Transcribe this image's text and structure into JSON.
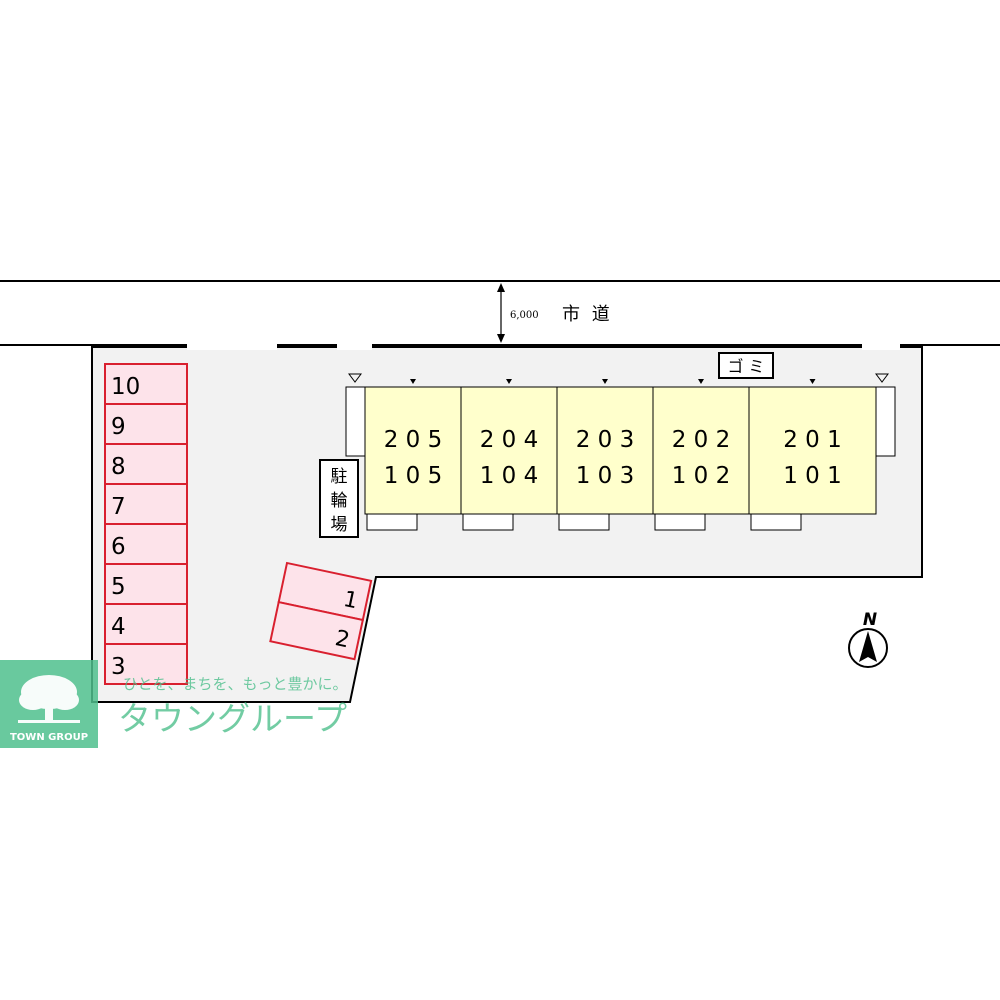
{
  "road": {
    "label": "市 道",
    "width": "6,000"
  },
  "garbage": {
    "label": "ゴ ミ"
  },
  "bicycle_parking": {
    "chars": [
      "駐",
      "輪",
      "場"
    ]
  },
  "units": [
    {
      "upper": "2 0 5",
      "lower": "1 0 5"
    },
    {
      "upper": "2 0 4",
      "lower": "1 0 4"
    },
    {
      "upper": "2 0 3",
      "lower": "1 0 3"
    },
    {
      "upper": "2 0 2",
      "lower": "1 0 2"
    },
    {
      "upper": "2 0 1",
      "lower": "1 0 1"
    }
  ],
  "parking_left": [
    "10",
    "9",
    "8",
    "7",
    "6",
    "5",
    "4",
    "3"
  ],
  "parking_right": [
    "1",
    "2"
  ],
  "compass": {
    "label": "N"
  },
  "watermark": {
    "tagline": "ひとを、まちを、もっと豊かに。",
    "brand": "タウングループ",
    "logo_text": "TOWN GROUP"
  },
  "colors": {
    "building_fill": "#ffffcc",
    "parking_stroke": "#d9202f",
    "parking_fill": "#fde3ea",
    "lot_fill": "#f2f2f2",
    "watermark": "#4fc08d"
  }
}
